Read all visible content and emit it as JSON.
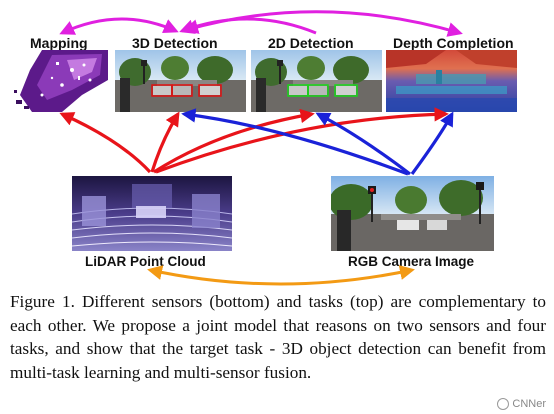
{
  "figure": {
    "tasks": [
      "Mapping",
      "3D Detection",
      "2D Detection",
      "Depth Completion"
    ],
    "sensors": [
      "LiDAR Point Cloud",
      "RGB Camera Image"
    ],
    "colors": {
      "task_link": "#e020e0",
      "lidar_arrow": "#e8141a",
      "camera_arrow": "#1a22d8",
      "sensor_link": "#f39a14"
    }
  },
  "caption": {
    "text": "Figure 1. Different sensors (bottom) and tasks (top) are complementary to each other. We propose a joint model that reasons on two sensors and four tasks, and show that the target task - 3D object detection can benefit from multi-task learning and multi-sensor fusion."
  },
  "watermark": {
    "text": "CNNer"
  }
}
